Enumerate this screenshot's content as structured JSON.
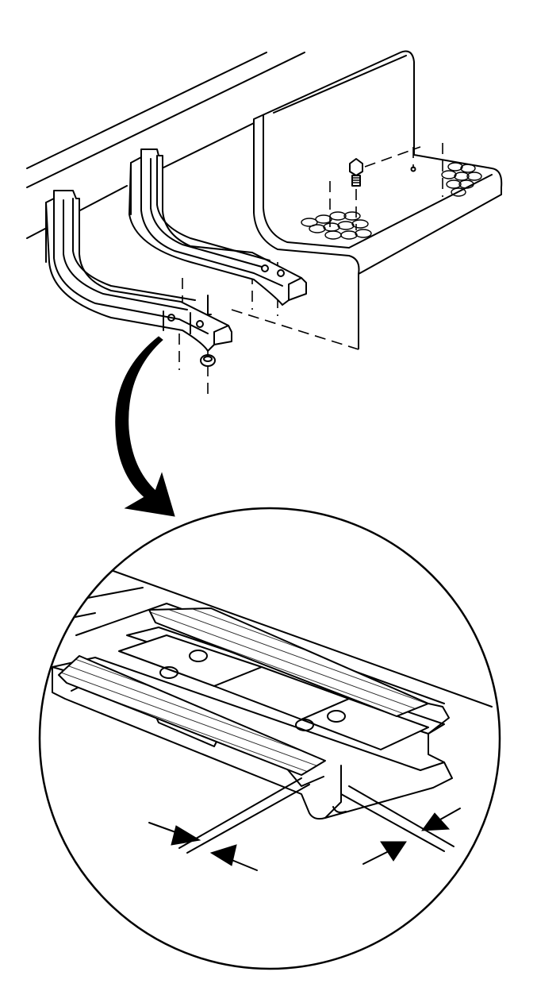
{
  "figure": {
    "parts": [
      {
        "name": "step-pad",
        "icon": "running-board-step-icon"
      },
      {
        "name": "front-mounting-bracket",
        "icon": "bracket-icon"
      },
      {
        "name": "rear-mounting-bracket",
        "icon": "bracket-icon"
      },
      {
        "name": "bolt",
        "icon": "bolt-icon"
      },
      {
        "name": "nut",
        "icon": "nut-icon"
      },
      {
        "name": "detail-view",
        "icon": "magnifier-circle-icon"
      },
      {
        "name": "clearance-gap-arrows",
        "icon": "dimension-arrows-icon"
      }
    ],
    "line_color": "#000000",
    "background_color": "#ffffff"
  }
}
